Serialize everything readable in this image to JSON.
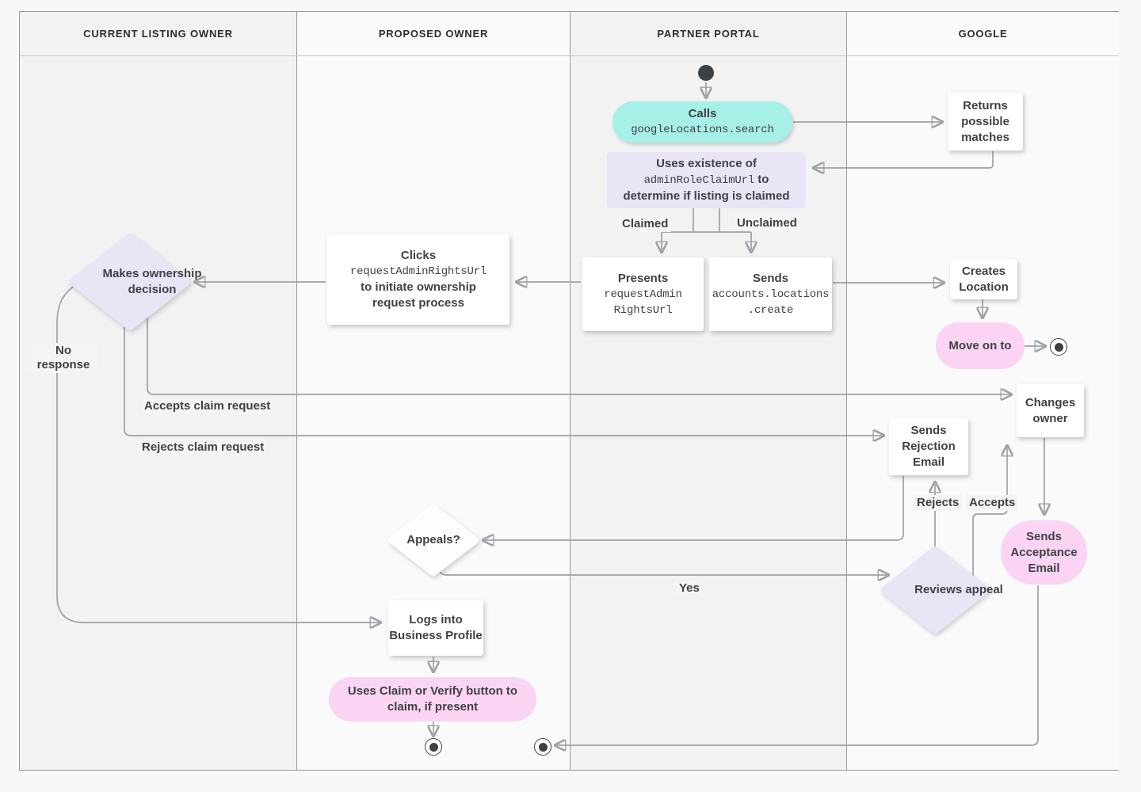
{
  "lanes": [
    {
      "label": "CURRENT LISTING OWNER"
    },
    {
      "label": "PROPOSED OWNER"
    },
    {
      "label": "PARTNER PORTAL"
    },
    {
      "label": "GOOGLE"
    }
  ],
  "nodes": {
    "calls": {
      "title": "Calls",
      "code": "googleLocations.search"
    },
    "returns": {
      "text": "Returns possible matches"
    },
    "uses": {
      "l1": "Uses existence of",
      "code": "adminRoleClaimUrl",
      "l2": "to",
      "l3": "determine if listing is claimed"
    },
    "presents": {
      "title": "Presents",
      "code1": "requestAdmin",
      "code2": "RightsUrl"
    },
    "sends_create": {
      "title": "Sends",
      "code1": "accounts.locations",
      "code2": ".create"
    },
    "creates_location": {
      "text": "Creates Location"
    },
    "move_on": {
      "text": "Move on to"
    },
    "clicks": {
      "title": "Clicks",
      "code": "requestAdminRightsUrl",
      "l3": "to initiate ownership",
      "l4": "request process"
    },
    "makes_decision": {
      "text": "Makes ownership decision"
    },
    "changes_owner": {
      "text": "Changes owner"
    },
    "sends_rejection": {
      "text": "Sends Rejection Email"
    },
    "sends_acceptance": {
      "text": "Sends Acceptance Email"
    },
    "reviews_appeal": {
      "text": "Reviews appeal"
    },
    "appeals": {
      "text": "Appeals?"
    },
    "logs_into": {
      "text": "Logs into Business Profile"
    },
    "uses_claim": {
      "text": "Uses Claim or Verify button to claim, if present"
    }
  },
  "edge_labels": {
    "claimed": "Claimed",
    "unclaimed": "Unclaimed",
    "no_response": "No response",
    "accepts_claim": "Accepts claim request",
    "rejects_claim": "Rejects claim request",
    "rejects": "Rejects",
    "accepts": "Accepts",
    "yes": "Yes"
  },
  "colors": {
    "teal_action": "#a7f0e7",
    "lavender_note": "#eae4f7",
    "pink_action": "#fad4f2",
    "box_white": "#ffffff",
    "line_gray": "#9da1a6",
    "arrow_gray": "#6f7479",
    "text_dark": "#3f4245",
    "lane_gray": "#f2f2f2",
    "lane_white": "#fafafa",
    "header_bg": "#f5f5f5"
  }
}
